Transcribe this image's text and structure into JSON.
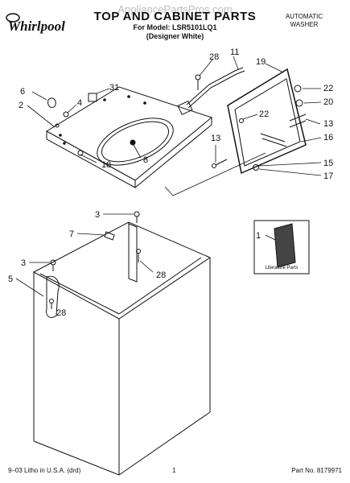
{
  "header": {
    "brand": "Whirlpool",
    "watermark": "AppliancePartsPros.com",
    "title": "TOP AND CABINET PARTS",
    "model_line": "For Model: LSR5101LQ1",
    "variant": "(Designer White)",
    "product_type_line1": "AUTOMATIC",
    "product_type_line2": "WASHER"
  },
  "callouts": {
    "c6": "6",
    "c31": "31",
    "c4": "4",
    "c2": "2",
    "c18": "18",
    "c8": "8",
    "c28_top": "28",
    "c11": "11",
    "c19": "19",
    "c22_a": "22",
    "c22_b": "22",
    "c20": "20",
    "c13_a": "13",
    "c13_b": "13",
    "c16": "16",
    "c15": "15",
    "c17": "17",
    "c3_a": "3",
    "c7": "7",
    "c28_mid": "28",
    "c3_b": "3",
    "c5": "5",
    "c28_low": "28",
    "c1": "1"
  },
  "literature_label": "Literature Parts",
  "footer": {
    "left": "9–03 Litho in U.S.A. (drd)",
    "page": "1",
    "part_no": "Part No. 8179971"
  },
  "colors": {
    "ink": "#111111",
    "watermark": "#bdbdbd"
  }
}
